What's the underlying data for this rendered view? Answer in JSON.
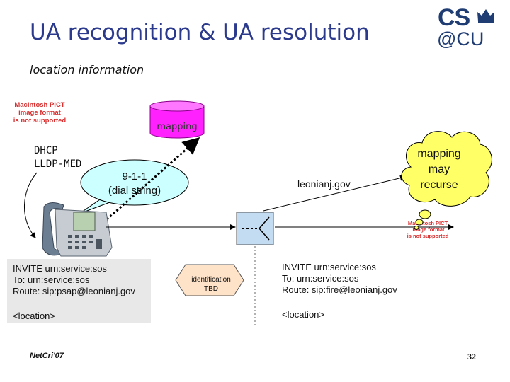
{
  "slide": {
    "title": "UA recognition & UA resolution",
    "subtitle": "location information",
    "page_number": "32",
    "footer": "NetCri'07"
  },
  "logo": {
    "line1": "CS",
    "line2": "@CU"
  },
  "placeholders": {
    "pict_top_left": [
      "Macintosh PICT",
      "image format",
      "is not supported"
    ],
    "pict_right": [
      "Macintosh PICT",
      "image format",
      "is not supported"
    ]
  },
  "diagram": {
    "mapping_db_label": "mapping",
    "dhcp_lines": [
      "DHCP",
      "LLDP-MED"
    ],
    "dial_bubble": [
      "9-1-1",
      "(dial string)"
    ],
    "proxy_label": "leonianj.gov",
    "cloud": [
      "mapping",
      "may",
      "recurse"
    ],
    "identification": [
      "identification",
      "TBD"
    ]
  },
  "messages": {
    "left": [
      "INVITE urn:service:sos",
      "To: urn:service:sos",
      "Route: sip:psap@leonianj.gov"
    ],
    "left_location": "<location>",
    "right": [
      "INVITE urn:service:sos",
      "To: urn:service:sos",
      "Route: sip:fire@leonianj.gov"
    ],
    "right_location": "<location>"
  },
  "colors": {
    "title": "#2b3a8c",
    "database": "#ff22ff",
    "bubble": "#ccffff",
    "cloud": "#ffff66",
    "identification_fill": "#ffe3c8",
    "router_box": "#c4dcf2",
    "message_box": "#e8e8e8"
  },
  "icons": [
    "phone-icon",
    "router-icon",
    "database-icon",
    "crown-icon"
  ]
}
